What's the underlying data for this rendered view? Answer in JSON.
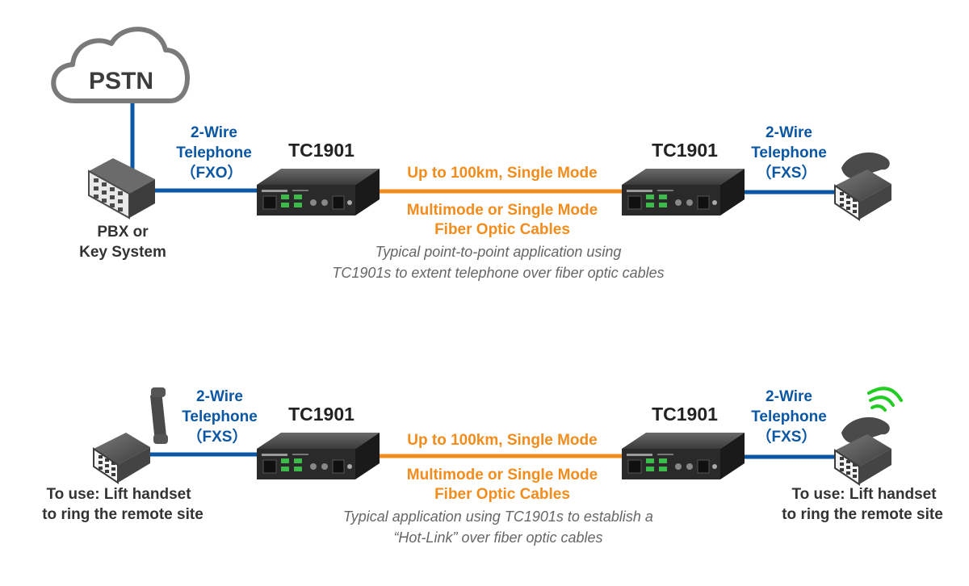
{
  "colors": {
    "copper_line": "#0b57a4",
    "fiber_line": "#f28c1c",
    "caption": "#666666",
    "ring_waves": "#22cc22"
  },
  "icons": [
    "cloud-icon",
    "pbx-icon",
    "converter-device-icon",
    "desk-phone-icon",
    "phone-handset-lifted-icon",
    "ringing-phone-icon"
  ],
  "top": {
    "cloud_label": "PSTN",
    "pbx_label": [
      "PBX or",
      "Key System"
    ],
    "left_link": [
      "2-Wire",
      "Telephone",
      "（FXO）"
    ],
    "right_link": [
      "2-Wire",
      "Telephone",
      "（FXS）"
    ],
    "device_left": "TC1901",
    "device_right": "TC1901",
    "fiber_top": "Up to 100km, Single Mode",
    "fiber_bottom": [
      "Multimode or Single Mode",
      "Fiber Optic Cables"
    ],
    "caption": [
      "Typical point-to-point application using",
      "TC1901s to extent telephone over fiber optic cables"
    ]
  },
  "bottom": {
    "left_link": [
      "2-Wire",
      "Telephone",
      "（FXS）"
    ],
    "right_link": [
      "2-Wire",
      "Telephone",
      "（FXS）"
    ],
    "device_left": "TC1901",
    "device_right": "TC1901",
    "fiber_top": "Up to 100km, Single Mode",
    "fiber_bottom": [
      "Multimode or Single Mode",
      "Fiber Optic Cables"
    ],
    "left_note": [
      "To use: Lift handset",
      "to ring the remote site"
    ],
    "right_note": [
      "To use: Lift handset",
      "to ring the remote site"
    ],
    "caption": [
      "Typical application using TC1901s to establish a",
      "“Hot-Link” over fiber optic cables"
    ]
  }
}
